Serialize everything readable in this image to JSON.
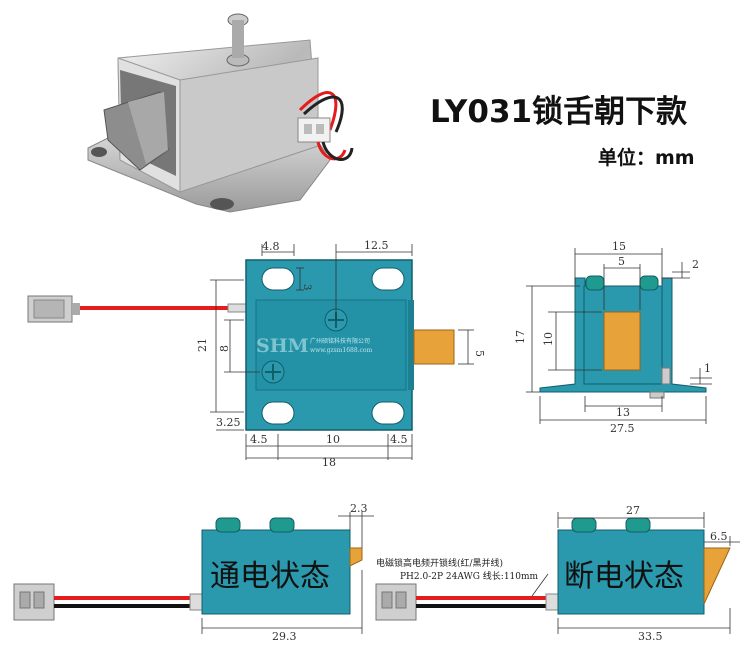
{
  "header": {
    "title": "LY031锁舌朝下款",
    "unit_label": "单位：mm"
  },
  "top_view": {
    "dims": {
      "hole_width": "4.8",
      "hole_height": "3",
      "offset_top": "12.5",
      "height_total": "21",
      "hole_pitch": "8",
      "bottom_offset": "3.25",
      "left_edge": "4.5",
      "hole_center": "10",
      "right_edge": "4.5",
      "total_width": "18",
      "tongue": "5"
    },
    "watermark_brand": "SHM",
    "watermark_company": "广州硕铭科技有限公司",
    "watermark_url": "www.gzsm1688.com"
  },
  "side_view": {
    "dims": {
      "top_width": "15",
      "top_inner": "5",
      "top_right": "2",
      "height": "17",
      "tongue_height": "10",
      "bottom_inner": "13",
      "base_width": "27.5",
      "foot": "1"
    }
  },
  "bottom_left": {
    "state_label": "通电状态",
    "dim_top": "2.3",
    "dim_bottom": "29.3"
  },
  "bottom_right": {
    "state_label": "断电状态",
    "dim_top": "27",
    "dim_right": "6.5",
    "dim_bottom": "33.5",
    "wire_note_1": "电磁锁高电频开锁线(红/黑并线)",
    "wire_note_2": "PH2.0-2P 24AWG 线长:110mm"
  },
  "colors": {
    "body": "#2a98ad",
    "body_dark": "#1c7f92",
    "screw": "#1f9a8f",
    "tongue": "#e8a23a",
    "wire_red": "#e51c1c",
    "wire_black": "#111111",
    "connector": "#cfcfcf",
    "dim": "#333333"
  }
}
